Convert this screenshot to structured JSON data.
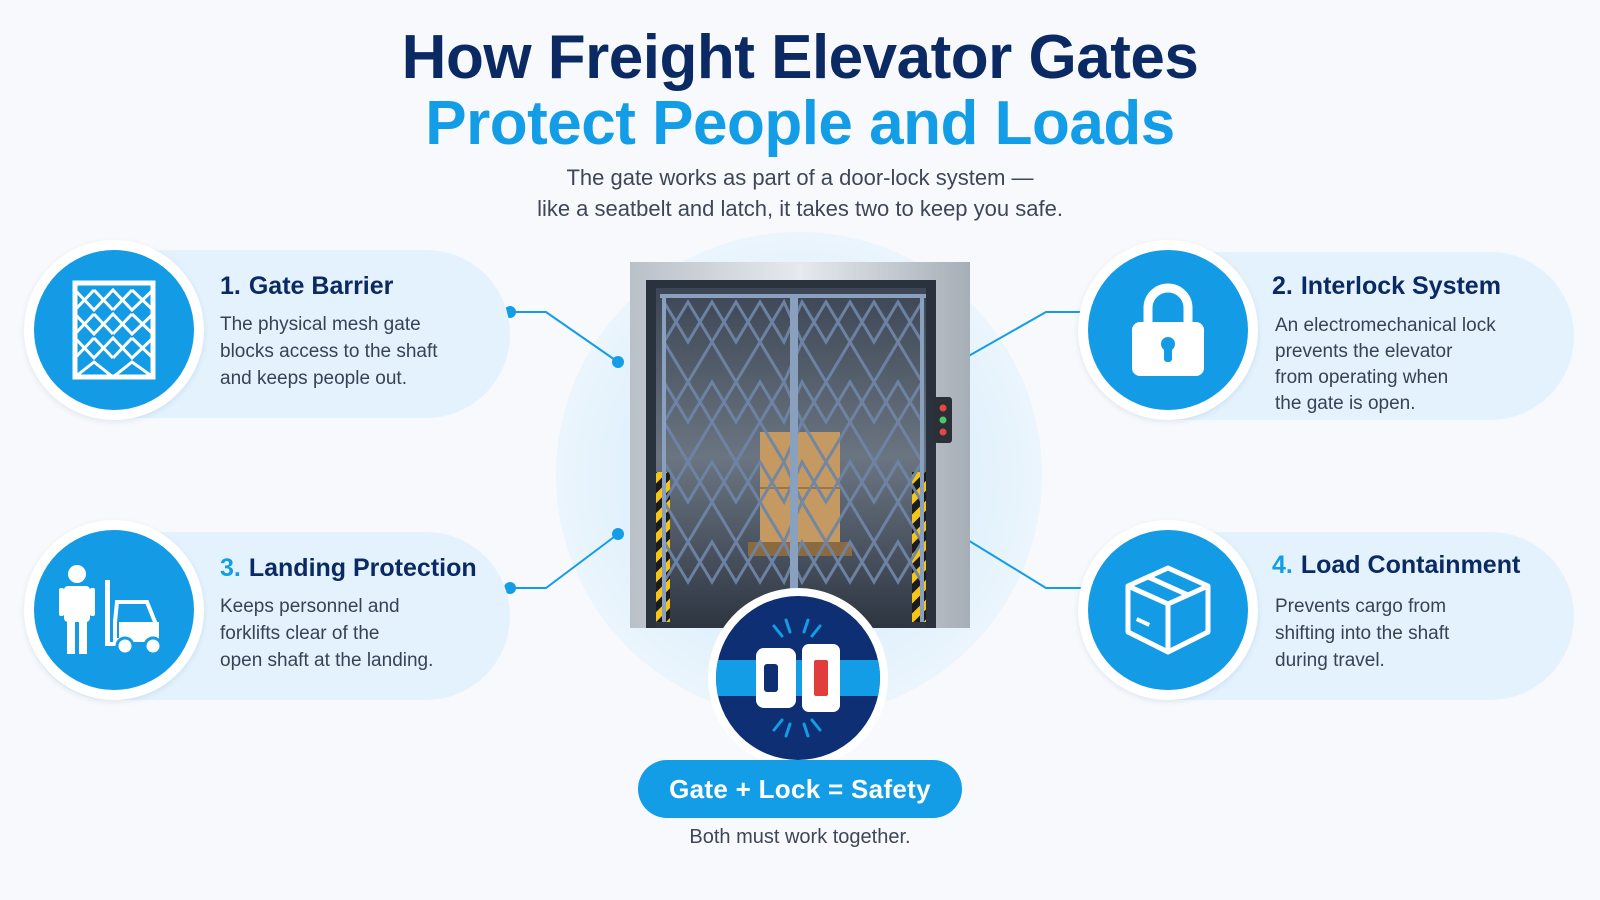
{
  "header": {
    "title_line1": "How Freight Elevator Gates",
    "title_line2": "Protect People and Loads",
    "subtitle_line1": "The gate works as part of a door-lock system —",
    "subtitle_line2": "like a seatbelt and latch, it takes two to keep you safe."
  },
  "cards": [
    {
      "number": "1.",
      "title": "Gate Barrier",
      "icon": "mesh-gate-icon",
      "lines": [
        "The physical mesh gate",
        "blocks access to the shaft",
        "and keeps people out."
      ]
    },
    {
      "number": "2.",
      "title": "Interlock System",
      "icon": "padlock-icon",
      "lines": [
        "An electromechanical lock",
        "prevents the elevator",
        "from operating when",
        "the gate is open."
      ]
    },
    {
      "number": "3.",
      "title": "Landing Protection",
      "icon": "person-forklift-icon",
      "lines": [
        "Keeps personnel and",
        "forklifts clear of the",
        "open shaft at the landing."
      ]
    },
    {
      "number": "4.",
      "title": "Load Containment",
      "icon": "box-icon",
      "lines": [
        "Prevents cargo from",
        "shifting into the shaft",
        "during travel."
      ]
    }
  ],
  "center": {
    "image": "freight-elevator-gate-illustration",
    "badge_icon": "seatbelt-buckle-icon",
    "formula": "Gate + Lock = Safety",
    "caption": "Both must work together."
  },
  "colors": {
    "navy": "#0b2a63",
    "accent_blue": "#139de6",
    "card_bg": "#e3f2fd",
    "badge_navy": "#0e2f73"
  }
}
